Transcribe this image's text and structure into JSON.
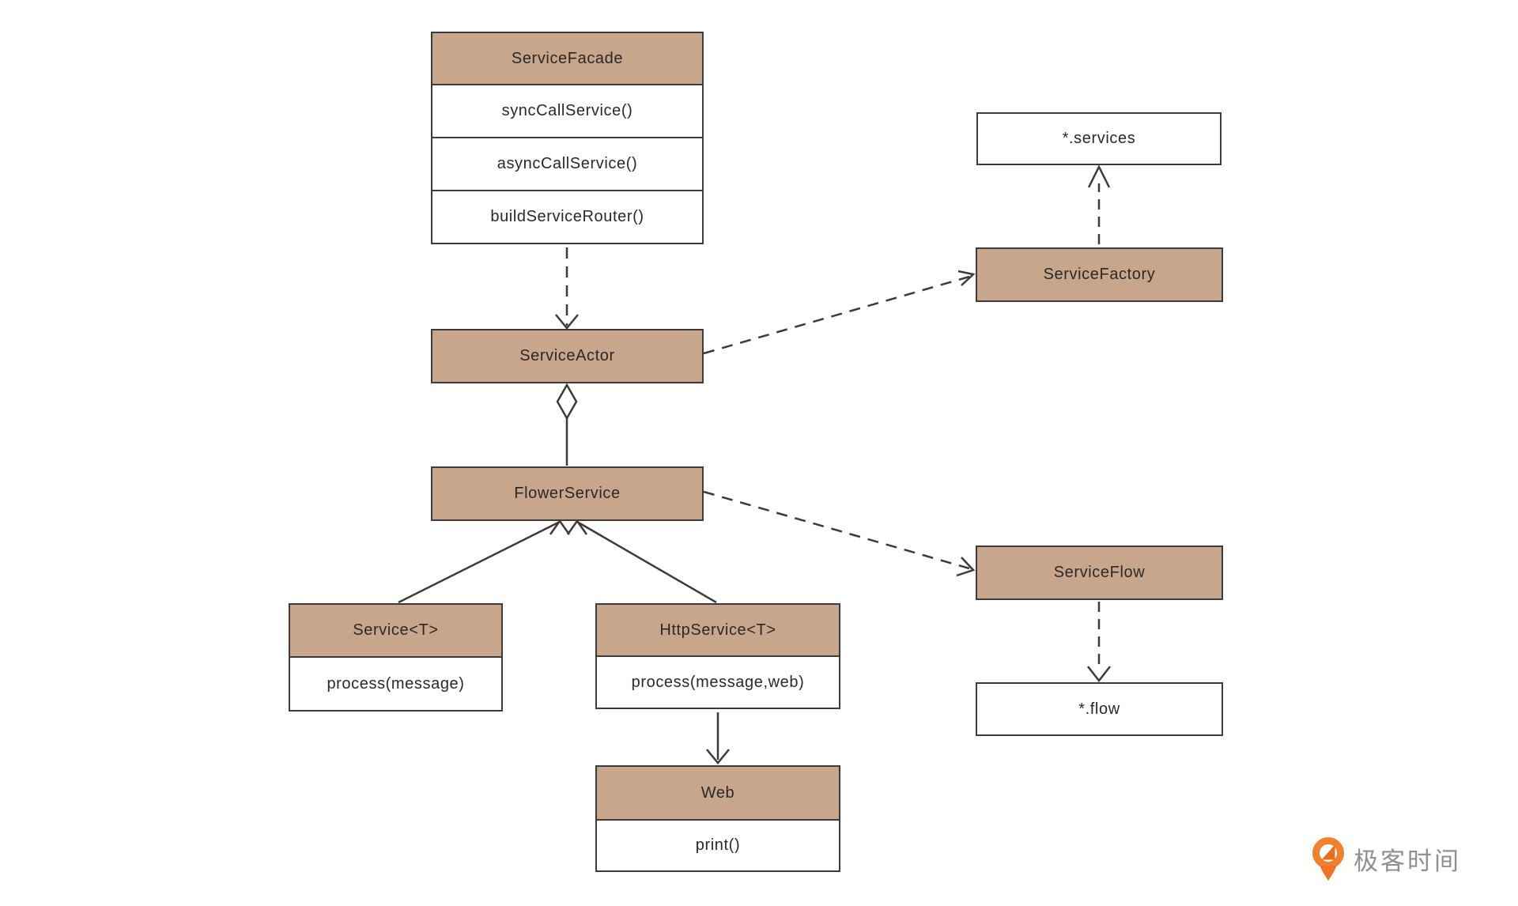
{
  "diagram": {
    "type": "uml-class-diagram",
    "classes": [
      {
        "name": "ServiceFacade",
        "methods": [
          "syncCallService()",
          "asyncCallService()",
          "buildServiceRouter()"
        ]
      },
      {
        "name": "ServiceActor",
        "methods": []
      },
      {
        "name": "FlowerService",
        "methods": []
      },
      {
        "name": "Service<T>",
        "methods": [
          "process(message)"
        ]
      },
      {
        "name": "HttpService<T>",
        "methods": [
          "process(message,web)"
        ]
      },
      {
        "name": "Web",
        "methods": [
          "print()"
        ]
      },
      {
        "name": "*.services",
        "methods": []
      },
      {
        "name": "ServiceFactory",
        "methods": []
      },
      {
        "name": "ServiceFlow",
        "methods": []
      },
      {
        "name": "*.flow",
        "methods": []
      }
    ],
    "relations": [
      {
        "from": "ServiceFacade",
        "to": "ServiceActor",
        "style": "dashed",
        "marker": "open-arrow"
      },
      {
        "from": "ServiceActor",
        "to": "FlowerService",
        "style": "solid",
        "marker": "hollow-diamond-at-ServiceActor"
      },
      {
        "from": "Service<T>",
        "to": "FlowerService",
        "style": "solid",
        "marker": "open-arrow-at-FlowerService"
      },
      {
        "from": "HttpService<T>",
        "to": "FlowerService",
        "style": "solid",
        "marker": "open-arrow-at-FlowerService"
      },
      {
        "from": "HttpService<T>",
        "to": "Web",
        "style": "solid",
        "marker": "open-arrow"
      },
      {
        "from": "ServiceActor",
        "to": "ServiceFactory",
        "style": "dashed",
        "marker": "open-arrow"
      },
      {
        "from": "ServiceFactory",
        "to": "*.services",
        "style": "dashed",
        "marker": "open-arrow"
      },
      {
        "from": "FlowerService",
        "to": "ServiceFlow",
        "style": "dashed",
        "marker": "open-arrow"
      },
      {
        "from": "ServiceFlow",
        "to": "*.flow",
        "style": "dashed",
        "marker": "open-arrow"
      }
    ],
    "colors": {
      "header_fill": "#c7a68c",
      "plain_fill": "#ffffff",
      "border": "#3e3a39",
      "line": "#3e3a39",
      "text": "#2b2826"
    }
  },
  "branding": {
    "logo_text": "极客时间",
    "logo_orange": "#f0812e",
    "logo_text_color": "#8f8f8f"
  }
}
